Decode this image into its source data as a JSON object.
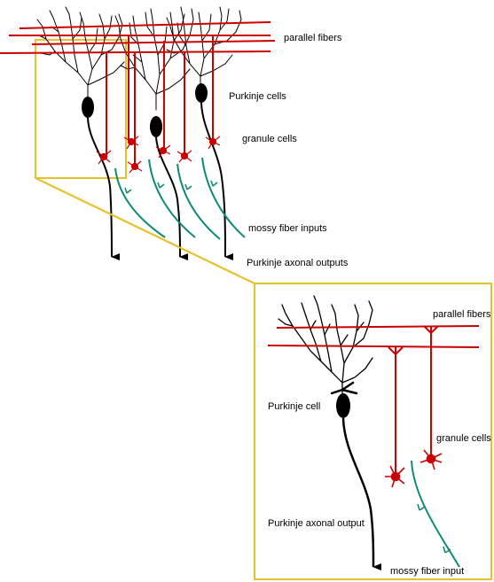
{
  "top_labels": {
    "parallel_fibers": "parallel fibers",
    "purkinje_cells": "Purkinje cells",
    "granule_cells": "granule cells",
    "mossy_fiber_inputs": "mossy fiber inputs",
    "purkinje_axonal_outputs": "Purkinje axonal outputs"
  },
  "inset_labels": {
    "parallel_fibers": "parallel fibers",
    "purkinje_cell": "Purkinje cell",
    "granule_cells": "granule cells",
    "purkinje_axonal_output": "Purkinje axonal output",
    "mossy_fiber_input": "mossy fiber input"
  },
  "colors": {
    "parallel_fiber": "#cc0000",
    "granule_cell": "#cc0000",
    "mossy_fiber": "#108a78",
    "purkinje_cell": "#000000",
    "zoom_box": "#e6c229"
  }
}
